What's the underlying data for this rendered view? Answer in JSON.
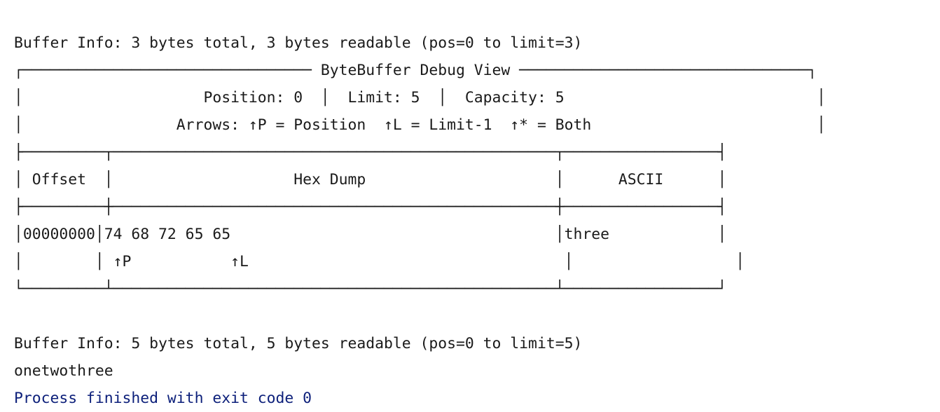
{
  "console": {
    "buffer_info_1": "Buffer Info: 3 bytes total, 3 bytes readable (pos=0 to limit=3)",
    "table": {
      "top_border": "┌──────────────────────────────── ByteBuffer Debug View ────────────────────────────────┐",
      "position_row": "│                    Position: 0  │  Limit: 5  │  Capacity: 5                            │",
      "arrows_row": "│                 Arrows: ↑P = Position  ↑L = Limit-1  ↑* = Both                         │",
      "header_top_border": "├─────────┬─────────────────────────────────────────────────┬─────────────────┤",
      "header_row": "│ Offset  │                    Hex Dump                     │      ASCII      │",
      "header_bottom_border": "├─────────┼─────────────────────────────────────────────────┼─────────────────┤",
      "data_row": "│00000000│74 68 72 65 65                                    │three            │",
      "marker_row": "│        │ ↑P           ↑L                                   │                  │",
      "bottom_border": "└─────────┴─────────────────────────────────────────────────┴─────────────────┘"
    },
    "buffer_info_2": "Buffer Info: 5 bytes total, 5 bytes readable (pos=0 to limit=5)",
    "output_text": "onetwothree",
    "exit_message": "Process finished with exit code 0"
  }
}
